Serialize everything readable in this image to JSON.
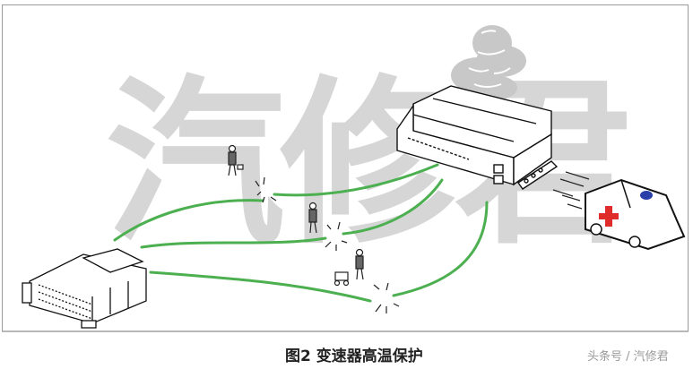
{
  "figure": {
    "caption": "图2 变速器高温保护",
    "credit": "头条号 / 汽修君",
    "watermark": "汽修君"
  },
  "illustration": {
    "elements": [
      {
        "name": "transmission-control-unit",
        "description": "Transmission control module (left, isometric)"
      },
      {
        "name": "engine-control-unit",
        "description": "Overheated ECU emitting smoke (top center-right)"
      },
      {
        "name": "smoke-cloud",
        "description": "Gray smoke cloud above ECU"
      },
      {
        "name": "ambulance",
        "description": "Ambulance with red cross and blue light driving right"
      },
      {
        "name": "green-wires",
        "description": "Green wiring paths between modules"
      },
      {
        "name": "sparks",
        "description": "Short-circuit sparks at wire breaks"
      },
      {
        "name": "pedestrians",
        "description": "Three small walking figures"
      }
    ],
    "colors": {
      "wire": "#4caf50",
      "watermark": "#d6d6d6",
      "smoke": "#c8c8c8",
      "cross": "#e02b2b",
      "beacon": "#2a3fa8",
      "frame": "#9a9a9a"
    }
  }
}
